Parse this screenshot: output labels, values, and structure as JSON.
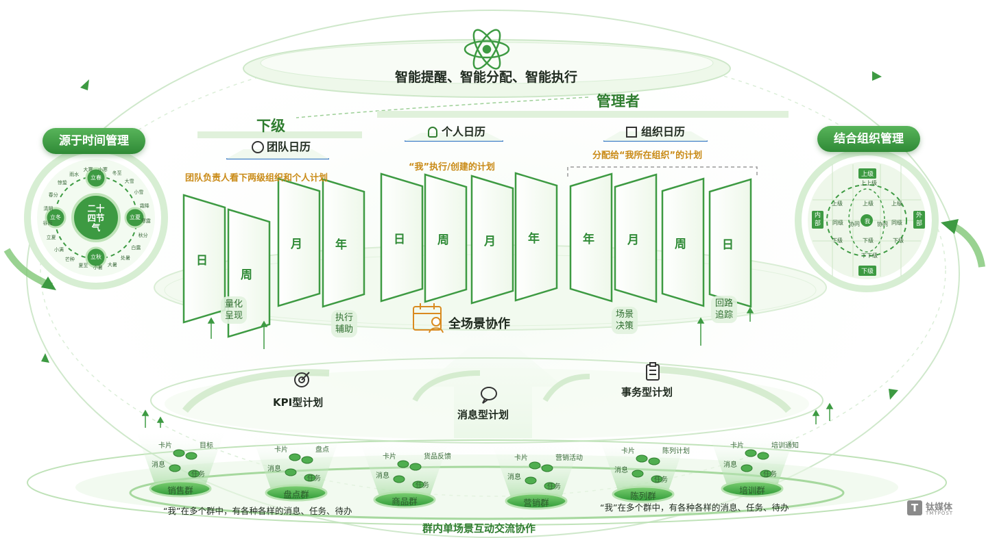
{
  "header": {
    "slogan": "智能提醒、智能分配、智能执行",
    "manager": "管理者",
    "subordinate": "下级"
  },
  "left_circle": {
    "title": "源于时间管理",
    "center": "二十\n四节\n气",
    "quarters": [
      "立春",
      "立夏",
      "立秋",
      "立冬"
    ],
    "solar_terms": [
      "大寒",
      "小寒",
      "冬至",
      "大雪",
      "小雪",
      "霜降",
      "寒露",
      "秋分",
      "白露",
      "处暑",
      "大暑",
      "小暑",
      "夏至",
      "芒种",
      "小满",
      "立夏",
      "谷雨",
      "清明",
      "春分",
      "惊蛰",
      "雨水"
    ]
  },
  "right_circle": {
    "title": "结合组织管理",
    "top": "上级",
    "bottom": "下级",
    "left": "内\n部",
    "right": "外\n部",
    "inner_labels": [
      "上上级",
      "上级",
      "上级",
      "上级",
      "同级",
      "协同",
      "我",
      "协同",
      "同级",
      "下级",
      "下级",
      "下级",
      "下下级"
    ]
  },
  "calendars": [
    {
      "title": "团队日历",
      "icon": "team-icon",
      "caption": "团队负责人看下两级组织和个人计划",
      "panels": [
        "日",
        "周",
        "月",
        "年"
      ]
    },
    {
      "title": "个人日历",
      "icon": "person-icon",
      "caption": "“我”执行/创建的计划",
      "panels": [
        "日",
        "周",
        "月",
        "年"
      ]
    },
    {
      "title": "组织日历",
      "icon": "org-icon",
      "caption": "分配给“我所在组织”的计划",
      "panels": [
        "年",
        "月",
        "周",
        "日"
      ]
    }
  ],
  "feature_tags": [
    "量化\n呈现",
    "执行\n辅助",
    "场景\n决策",
    "回路\n追踪"
  ],
  "center_scene": "全场景协作",
  "plan_types": [
    "KPI型计划",
    "消息型计划",
    "事务型计划"
  ],
  "groups": [
    {
      "name": "销售群",
      "labels": [
        "卡片",
        "目标",
        "消息",
        "任务"
      ]
    },
    {
      "name": "盘点群",
      "labels": [
        "卡片",
        "盘点",
        "消息",
        "任务"
      ]
    },
    {
      "name": "商品群",
      "labels": [
        "卡片",
        "货品反馈",
        "消息",
        "任务"
      ]
    },
    {
      "name": "营销群",
      "labels": [
        "卡片",
        "营销活动",
        "消息",
        "任务"
      ]
    },
    {
      "name": "陈列群",
      "labels": [
        "卡片",
        "陈列计划",
        "消息",
        "任务"
      ]
    },
    {
      "name": "培训群",
      "labels": [
        "卡片",
        "培训通知",
        "消息",
        "任务"
      ]
    }
  ],
  "notes": {
    "left": "“我”在多个群中，有各种各样的消息、任务、待办",
    "right": "“我”在多个群中，有各种各样的消息、任务、待办",
    "bottom": "群内单场景互动交流协作"
  },
  "watermark": {
    "cn": "钛媒体",
    "en": "TMTPOST"
  },
  "colors": {
    "green": "#3d9a42",
    "dark": "#1f2a1f",
    "orange": "#c98a16",
    "light": "#e4f3df"
  }
}
